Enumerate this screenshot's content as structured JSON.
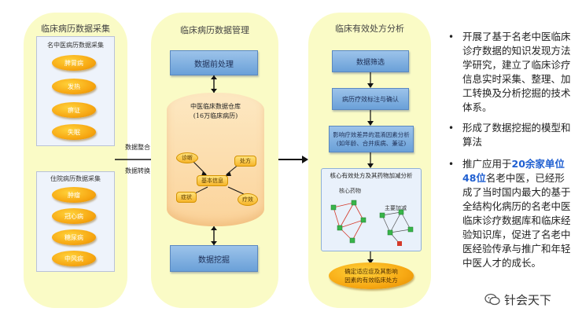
{
  "col1": {
    "title": "临床病历数据采集",
    "group_a": {
      "title": "名中医病历数据采集",
      "items": [
        "脾胃病",
        "发热",
        "痹证",
        "失眠"
      ]
    },
    "group_b": {
      "title": "住院病历数据采集",
      "items": [
        "肿瘤",
        "冠心病",
        "糖尿病",
        "中风病"
      ]
    }
  },
  "connector": {
    "label_top": "数据整合",
    "label_bottom": "数据转换"
  },
  "col2": {
    "title": "临床病历数据管理",
    "preprocess": "数据前处理",
    "warehouse_title": "中医临床数据仓库",
    "warehouse_sub": "(16万临床病历)",
    "center": "基本信息",
    "nodes": [
      "诊断",
      "处方",
      "症状",
      "疗效"
    ],
    "mining": "数据挖掘"
  },
  "col3": {
    "title": "临床有效处方分析",
    "steps": [
      "数据筛选",
      "病历疗效标注与确认"
    ],
    "factors_title": "影响疗效差异的混淆因素分析",
    "factors_sub": "(如年龄、合并疾病、兼证)",
    "core_title": "核心有效处方及其药物加减分析",
    "net1_label": "核心药物",
    "net2_label": "主要加减",
    "final_line1": "确定适应症及其影响",
    "final_line2": "因素的有效临床处方"
  },
  "bullets": {
    "b1": "开展了基于名老中医临床诊疗数据的知识发现方法学研究，建立了临床诊疗信息实时采集、整理、加工转换及分析挖掘的技术体系。",
    "b2": "形成了数据挖掘的模型和算法",
    "b3_pre": "推广应用于",
    "b3_hl": "20余家单位48位",
    "b3_post": "名老中医，已经形成了当时国内最大的基于全结构化病历的名老中医临床诊疗数据库和临床经验知识库，促进了名老中医经验传承与推广和年轻中医人才的成长。"
  },
  "watermark": "针会天下",
  "colors": {
    "panel": "#fafbc6",
    "oval": "#f7a813",
    "block": "#7aabdf",
    "highlight": "#1f5fd1"
  }
}
